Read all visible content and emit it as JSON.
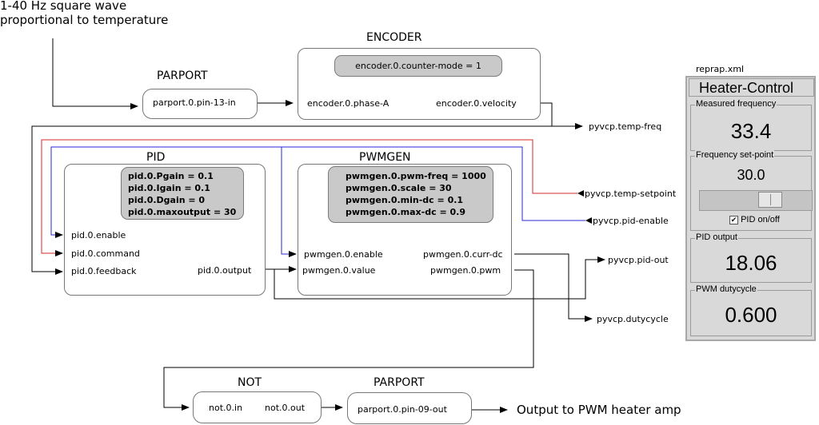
{
  "annotations": {
    "input_signal_line1": "1-40 Hz square wave",
    "input_signal_line2": "proportional to temperature",
    "output_note": "Output to PWM heater amp"
  },
  "encoder": {
    "title": "ENCODER",
    "param": "encoder.0.counter-mode = 1",
    "pin_in": "encoder.0.phase-A",
    "pin_out": "encoder.0.velocity"
  },
  "parport_in": {
    "title": "PARPORT",
    "pin": "parport.0.pin-13-in"
  },
  "pid": {
    "title": "PID",
    "params": [
      "pid.0.Pgain  = 0.1",
      "pid.0.Igain  = 0.1",
      "pid.0.Dgain  = 0",
      "pid.0.maxoutput  = 30"
    ],
    "pin_enable": "pid.0.enable",
    "pin_command": "pid.0.command",
    "pin_feedback": "pid.0.feedback",
    "pin_output": "pid.0.output"
  },
  "pwmgen": {
    "title": "PWMGEN",
    "params": [
      "pwmgen.0.pwm-freq = 1000",
      "pwmgen.0.scale = 30",
      "pwmgen.0.min-dc = 0.1",
      "pwmgen.0.max-dc = 0.9"
    ],
    "pin_enable": "pwmgen.0.enable",
    "pin_value": "pwmgen.0.value",
    "pin_curr_dc": "pwmgen.0.curr-dc",
    "pin_pwm": "pwmgen.0.pwm"
  },
  "not_block": {
    "title": "NOT",
    "pin_in": "not.0.in",
    "pin_out": "not.0.out"
  },
  "parport_out": {
    "title": "PARPORT",
    "pin": "parport.0.pin-09-out"
  },
  "pyvcp_pins": {
    "temp_freq": "pyvcp.temp-freq",
    "temp_setpoint": "pyvcp.temp-setpoint",
    "pid_enable": "pyvcp.pid-enable",
    "pid_out": "pyvcp.pid-out",
    "dutycycle": "pyvcp.dutycycle"
  },
  "colors": {
    "setpoint_wire": "#d42a2a",
    "enable_wire": "#2a2ad4",
    "wire": "#000000",
    "param_fill": "#c9c9c9"
  },
  "panel": {
    "file": "reprap.xml",
    "title": "Heater-Control",
    "measured": {
      "label": "Measured frequency",
      "value": "33.4"
    },
    "setpoint": {
      "label": "Frequency set-point",
      "value": "30.0",
      "slider_fraction": 0.68
    },
    "checkbox": {
      "label": "PID on/off",
      "checked": true
    },
    "pid_output": {
      "label": "PID output",
      "value": "18.06"
    },
    "pwm_duty": {
      "label": "PWM dutycycle",
      "value": "0.600"
    }
  }
}
